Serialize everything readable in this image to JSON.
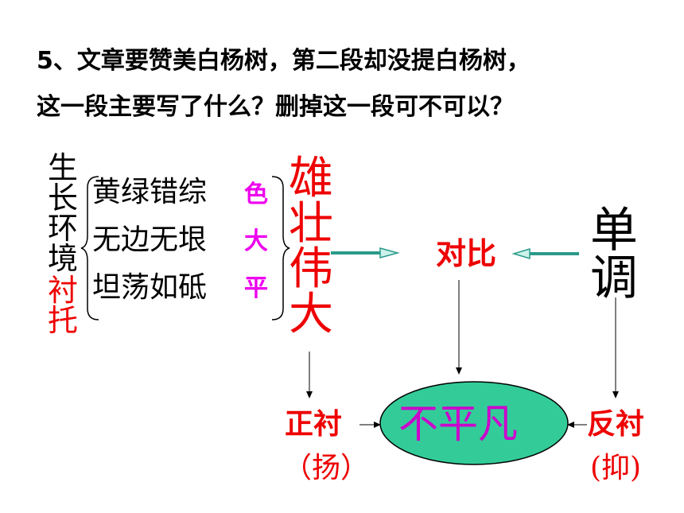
{
  "question": {
    "line1": "5、文章要赞美白杨树，第二段却没提白杨树，",
    "line2": "这一段主要写了什么？删掉这一段可不可以？"
  },
  "environment": {
    "chars": [
      "生",
      "长",
      "环",
      "境"
    ],
    "foil_chars": [
      "衬",
      "托"
    ]
  },
  "descriptions": [
    {
      "text": "黄绿错综",
      "tag": "色"
    },
    {
      "text": "无边无垠",
      "tag": "大"
    },
    {
      "text": "坦荡如砥",
      "tag": "平"
    }
  ],
  "grand": {
    "chars": [
      "雄",
      "壮",
      "伟",
      "大"
    ]
  },
  "monotone": {
    "chars": [
      "单",
      "调"
    ]
  },
  "contrast": "对比",
  "center": "不平凡",
  "positive": {
    "label": "正衬",
    "sub": "（扬）"
  },
  "negative": {
    "label": "反衬",
    "sub": "(抑)"
  },
  "colors": {
    "red": "#ee0000",
    "magenta": "#ee00ee",
    "ellipse_fill": "#33cc99",
    "ellipse_text": "#cc00cc",
    "arrow_teal": "#2a9a8a"
  }
}
